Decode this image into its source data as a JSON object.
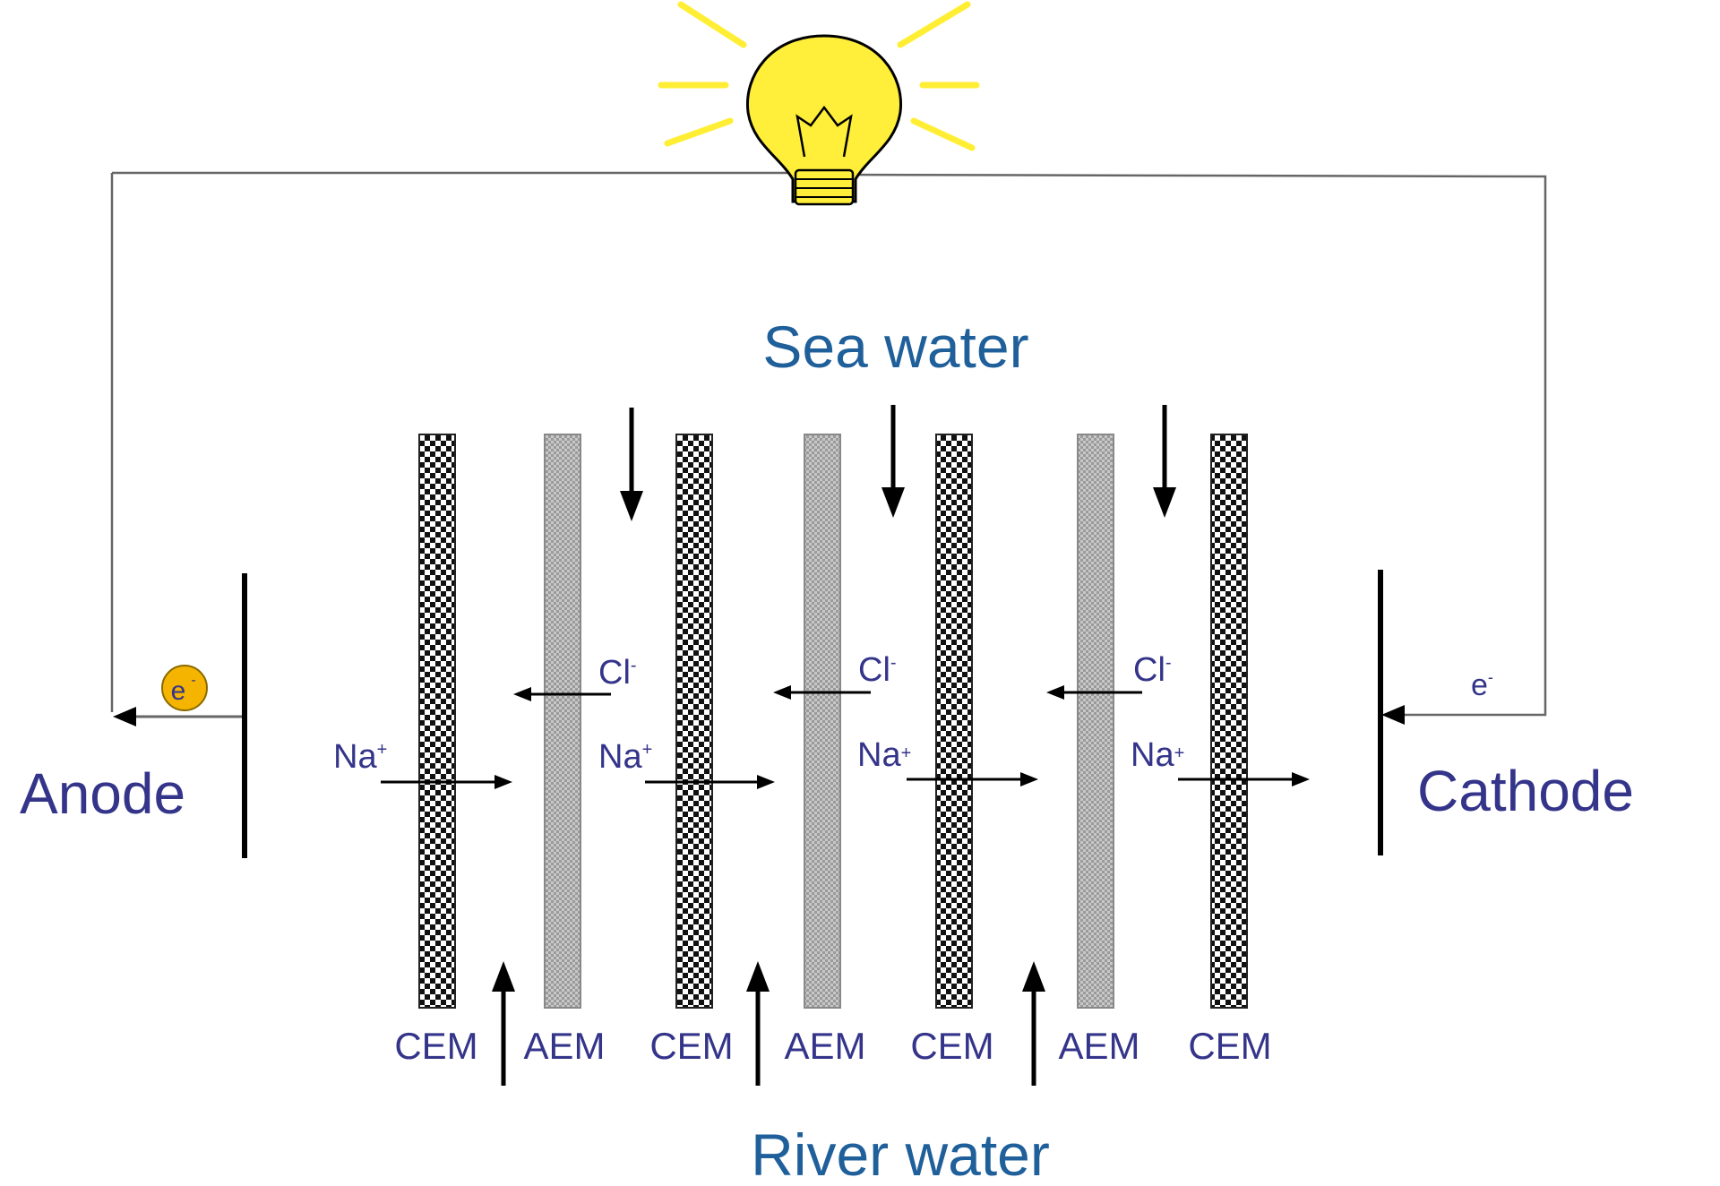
{
  "labels": {
    "sea_water": "Sea water",
    "river_water": "River water",
    "anode": "Anode",
    "cathode": "Cathode",
    "electron": "e-",
    "electron_base": "e",
    "electron_sup": "-"
  },
  "ions": {
    "cl": "Cl-",
    "cl_base": "Cl",
    "cl_sup": "-",
    "na": "Na+",
    "na_base": "Na",
    "na_sup": "+"
  },
  "membranes": [
    "CEM",
    "AEM",
    "CEM",
    "AEM",
    "CEM",
    "AEM",
    "CEM"
  ],
  "membrane_types": [
    "cation-exchange",
    "anion-exchange",
    "cation-exchange",
    "anion-exchange",
    "cation-exchange",
    "anion-exchange",
    "cation-exchange"
  ],
  "colors": {
    "label_blue": "#1f5f9a",
    "label_purple": "#34348a",
    "bulb_yellow": "#ffee3a",
    "ray_yellow": "#ffee33",
    "electron_orange": "#f5b400",
    "wire": "#666666",
    "cem_dark": "#111111",
    "aem_gray": "#b5b5b5"
  }
}
